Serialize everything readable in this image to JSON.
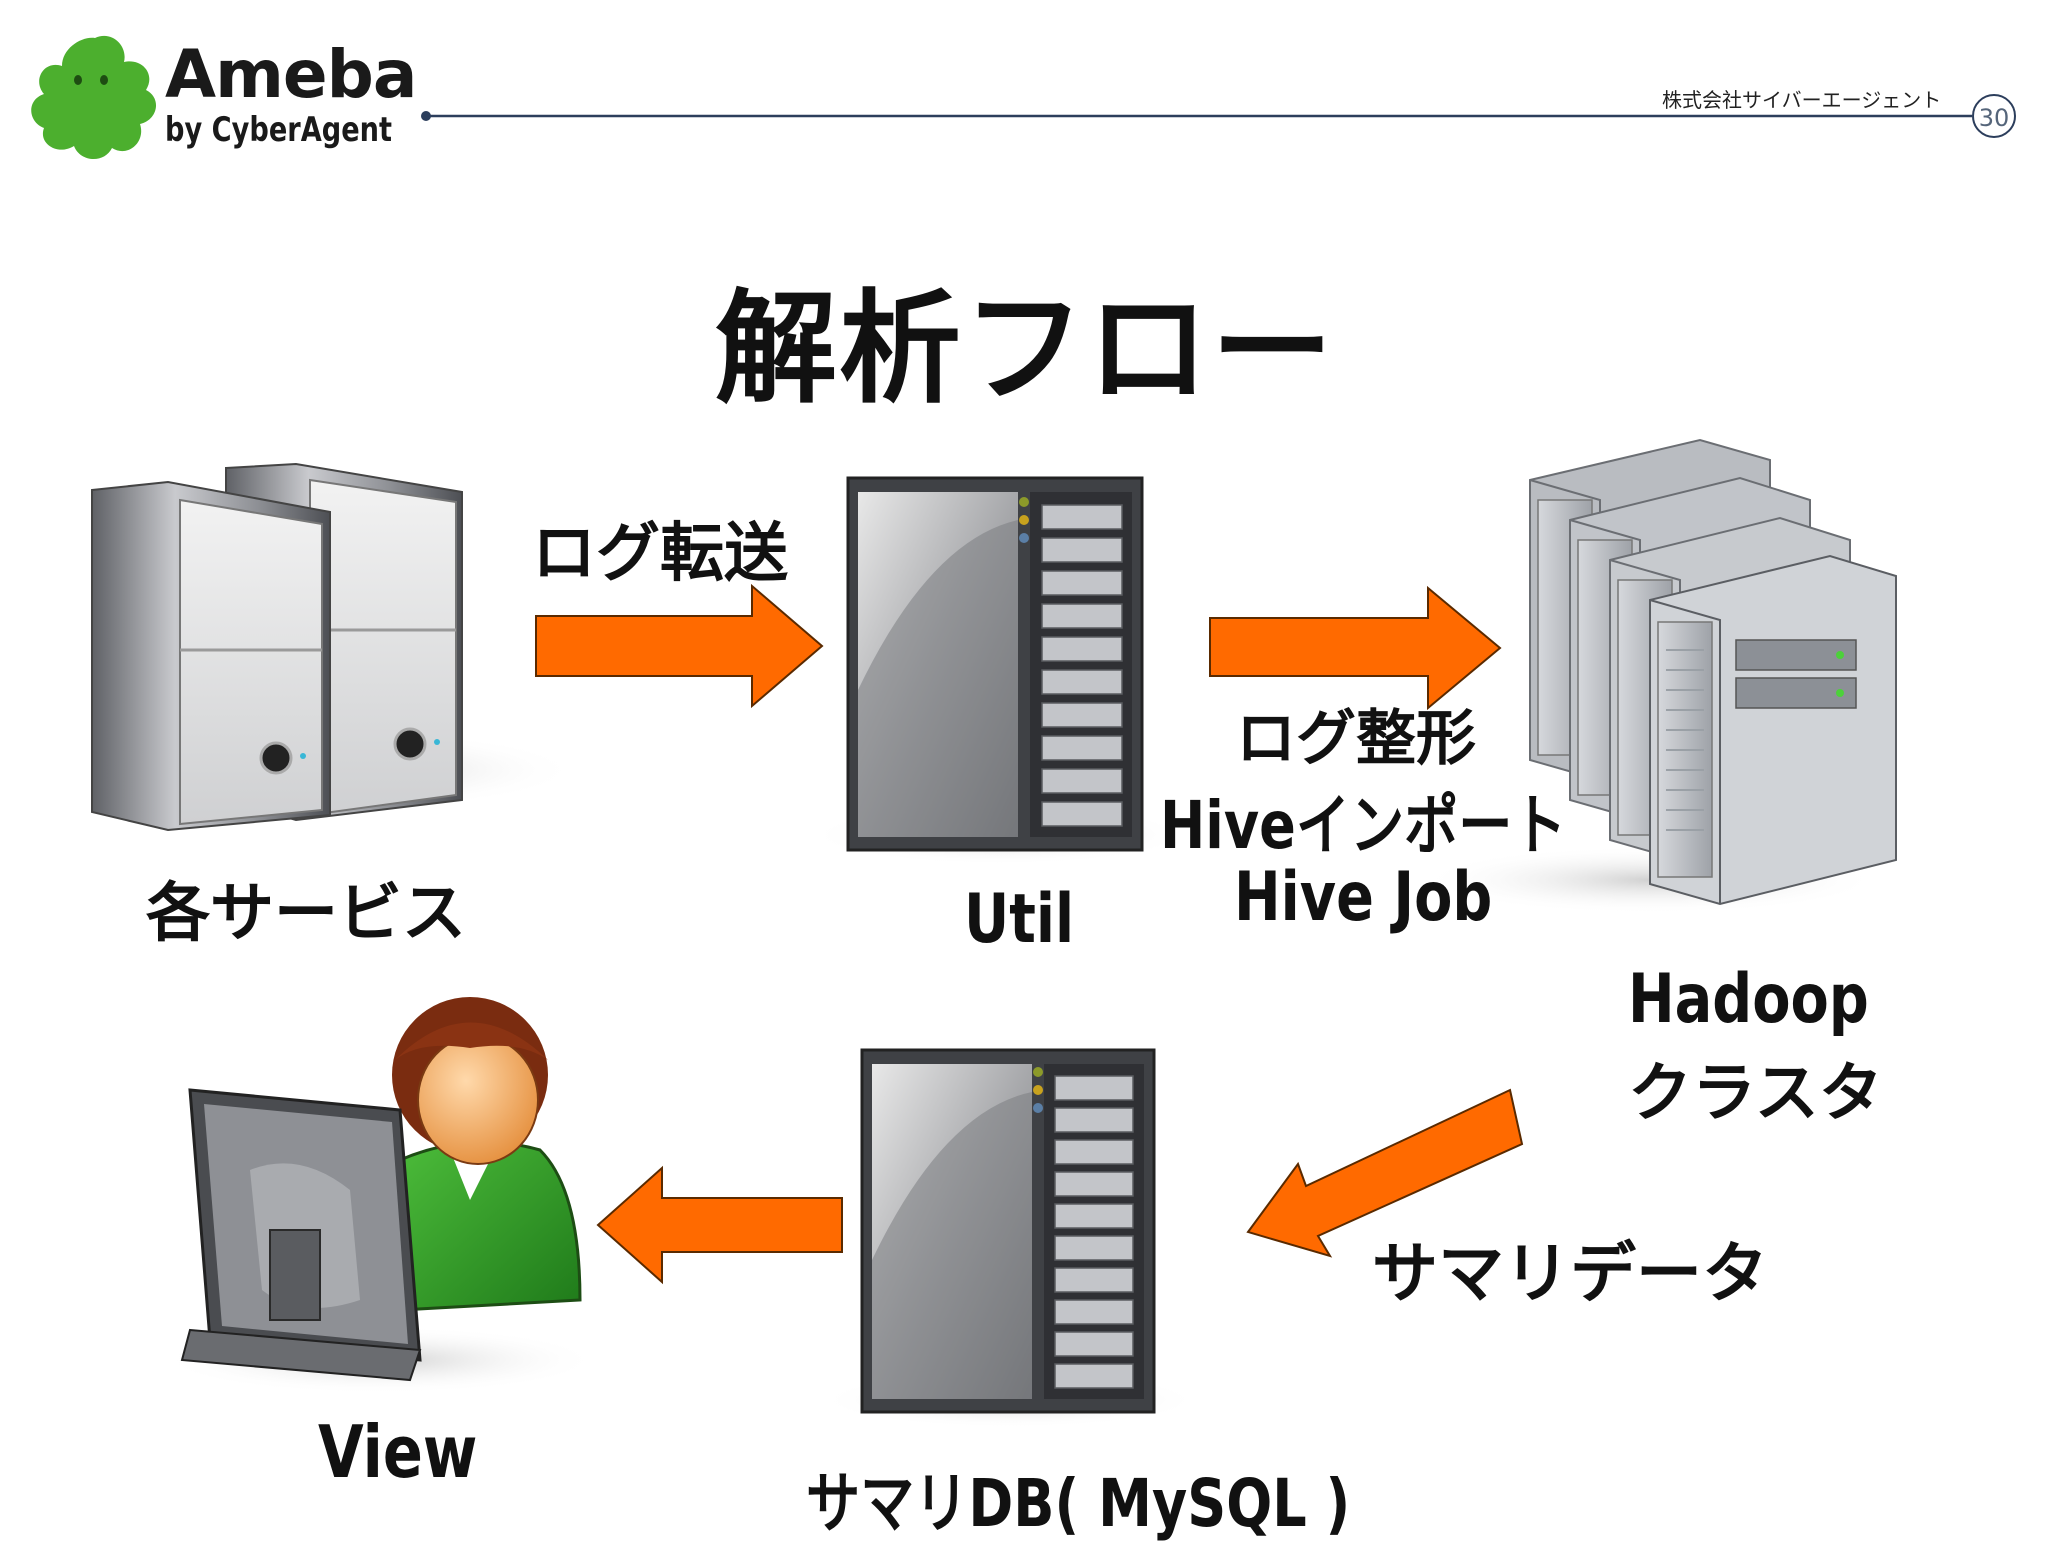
{
  "header": {
    "logo": {
      "title": "Ameba",
      "subtitle": "by CyberAgent"
    },
    "company": "株式会社サイバーエージェント",
    "page_number": "30",
    "rule_color": "#2c3e5c",
    "logo_color": "#4caf2e"
  },
  "title": "解析フロー",
  "nodes": {
    "services": {
      "label": "各サービス"
    },
    "util": {
      "label": "Util"
    },
    "hadoop": {
      "label_line1": "Hadoop",
      "label_line2": "クラスタ"
    },
    "summary_db": {
      "label": "サマリDB( MySQL )"
    },
    "view": {
      "label": "View"
    }
  },
  "edges": {
    "log_transfer": {
      "label": "ログ転送"
    },
    "util_to_hadoop": {
      "line1": "ログ整形",
      "line2": "Hiveインポート",
      "line3": "Hive Job"
    },
    "summary_data": {
      "label": "サマリデータ"
    }
  },
  "colors": {
    "arrow": "#ff6a00",
    "arrow_stroke": "#5a2a00"
  }
}
